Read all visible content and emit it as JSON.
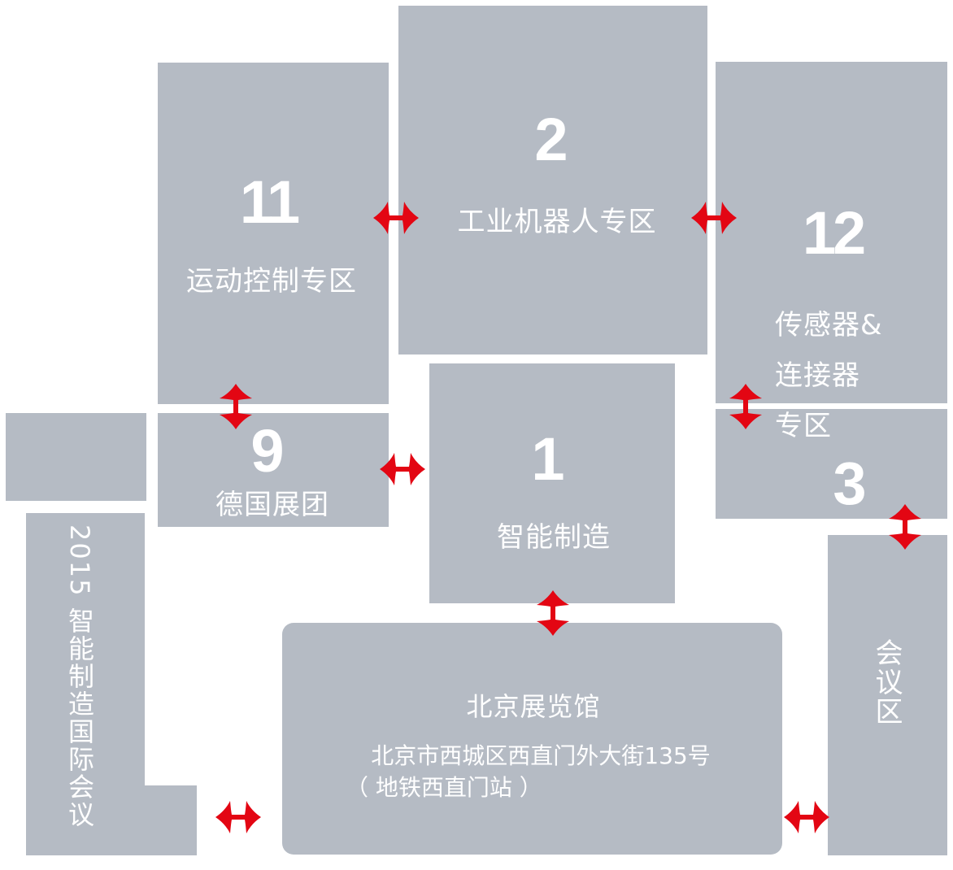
{
  "colors": {
    "hall": "#b5bbc4",
    "arrow": "#e30613",
    "text": "#ffffff"
  },
  "halls": {
    "h2": {
      "number": "2",
      "name": "工业机器人专区"
    },
    "h11": {
      "number": "11",
      "name": "运动控制专区"
    },
    "h12": {
      "number": "12",
      "name_lines": [
        "传感器&",
        "连接器",
        "专区"
      ]
    },
    "h9": {
      "number": "9",
      "name": "德国展团"
    },
    "h1": {
      "number": "1",
      "name": "智能制造"
    },
    "h3": {
      "number": "3"
    },
    "conference": {
      "name": "2015 智能制造国际会议"
    },
    "meeting": {
      "name": "会议区"
    },
    "center": {
      "name": "北京展览馆",
      "address": "北京市西城区西直门外大街135号",
      "metro": "（ 地铁西直门站 ）"
    }
  }
}
